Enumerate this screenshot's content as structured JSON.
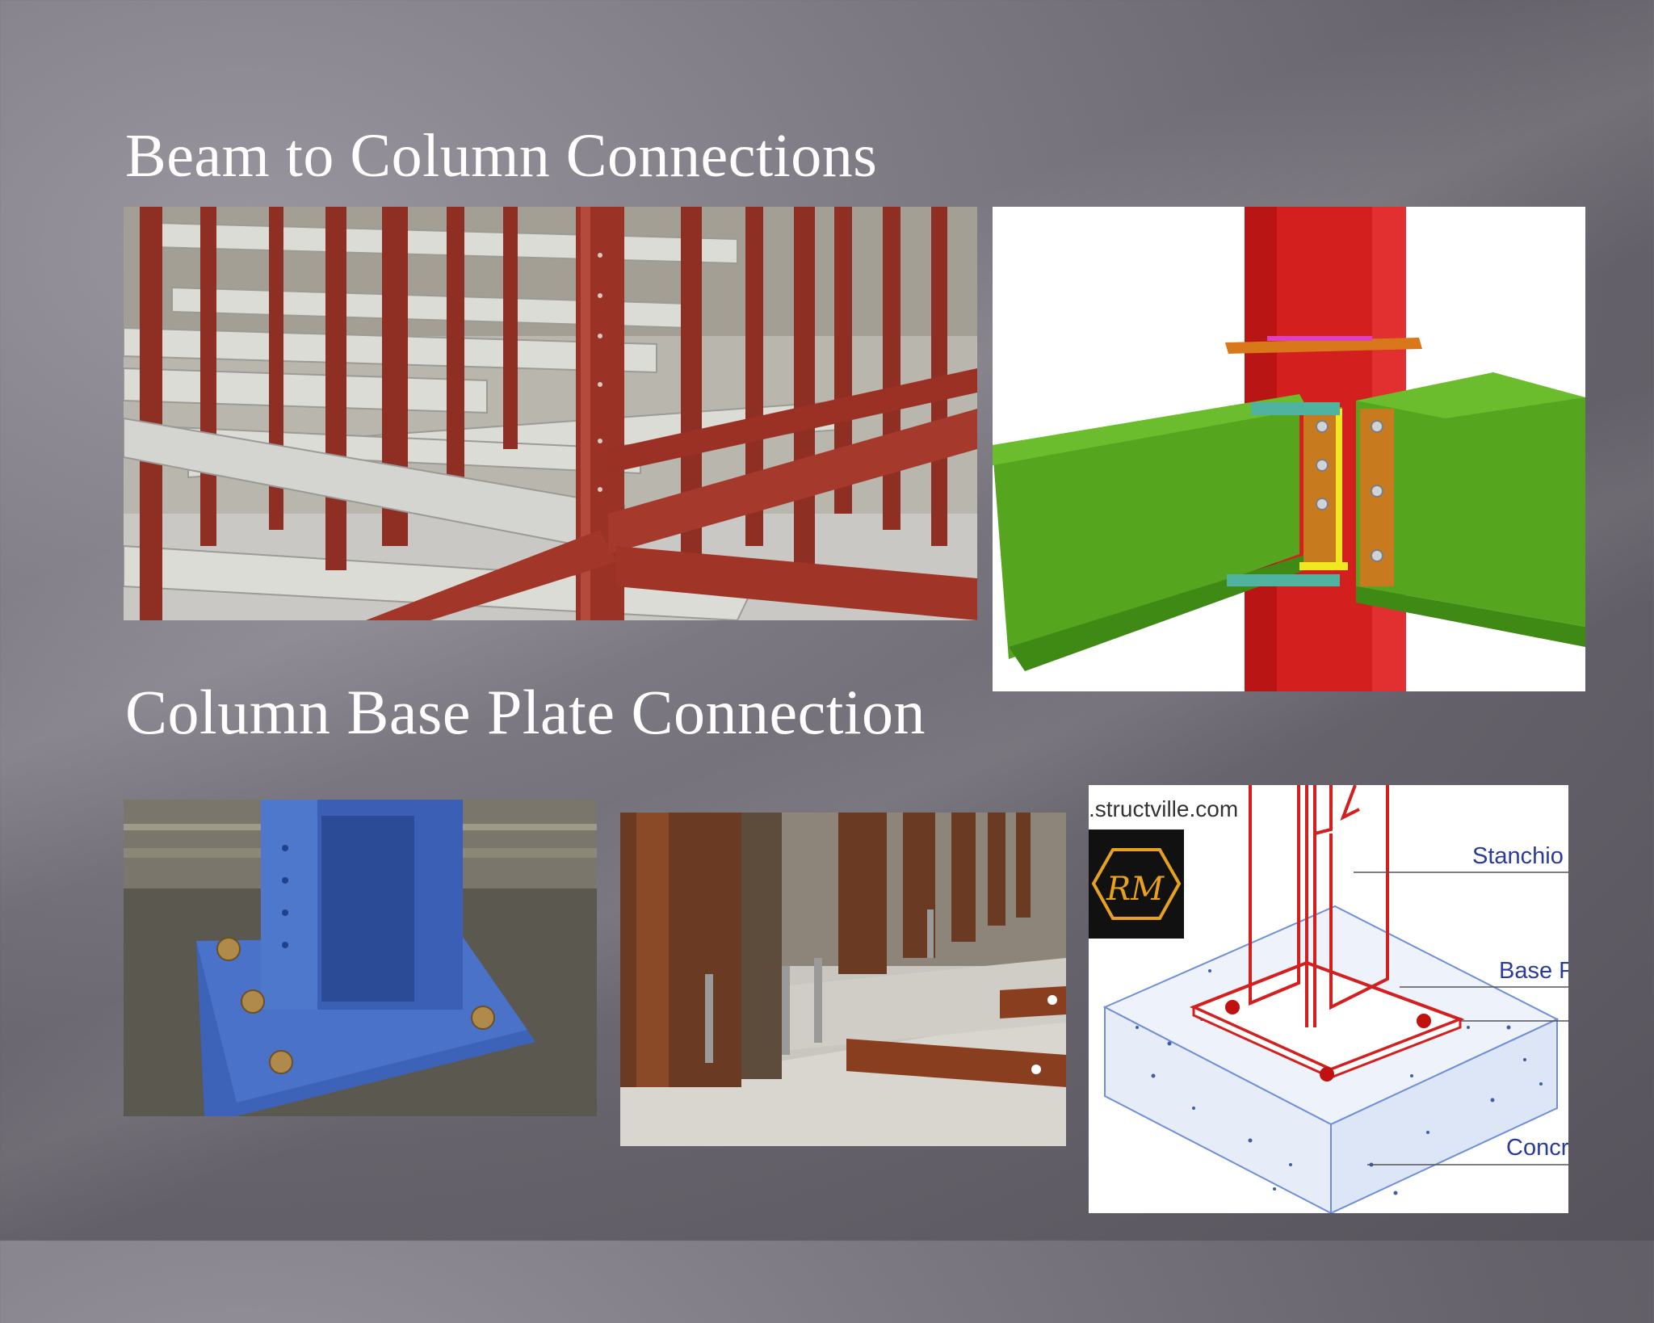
{
  "slide": {
    "heading_1": "Beam to Column Connections",
    "heading_2": "Column Base Plate Connection"
  },
  "images": {
    "steel_frame_photo": {
      "icon": "steel-frame-construction-photo"
    },
    "connection_3d_model": {
      "icon": "beam-column-connection-3d-model"
    },
    "blue_base_plate_photo": {
      "icon": "blue-column-base-plate-photo"
    },
    "rusty_base_plates_photo": {
      "icon": "rusty-column-base-plates-photo"
    },
    "base_plate_diagram": {
      "icon": "base-plate-diagram",
      "watermark": ".structville.com",
      "logo_text": "RM",
      "labels": {
        "stanchion": "Stanchio",
        "base_plate": "Base P",
        "concrete": "Concr"
      }
    }
  },
  "colors": {
    "title": "#ffffff",
    "steel_red": "#d41f1f",
    "beam_green": "#56a51f",
    "diagram_label_blue": "#2a3b9c"
  }
}
